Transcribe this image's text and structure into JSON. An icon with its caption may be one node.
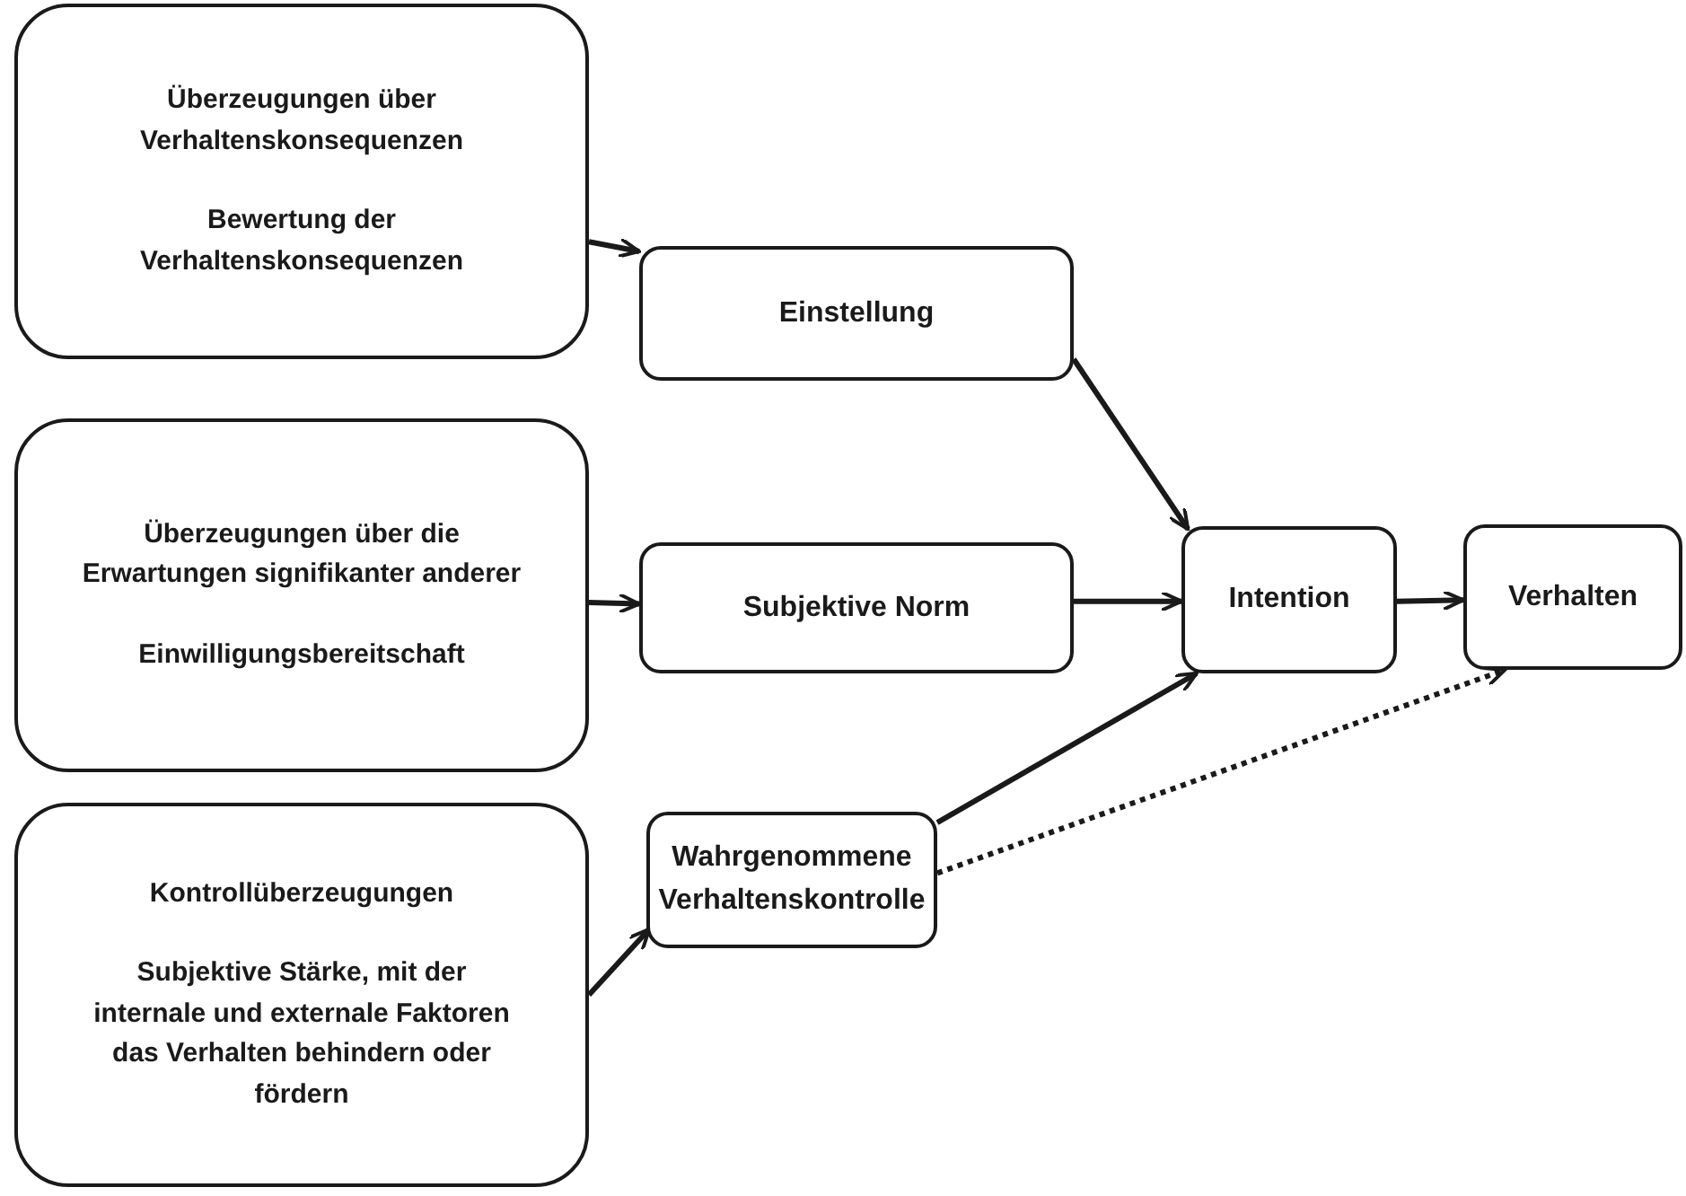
{
  "diagram": {
    "nodes": [
      {
        "text": [
          "Überzeugungen über Verhaltenskonsequenzen",
          "Bewertung der Verhaltenskonsequenzen"
        ]
      },
      {
        "text": [
          "Einstellung"
        ]
      },
      {
        "text": [
          "Überzeugungen über die Erwartungen signifikanter anderer",
          "Einwilligungsbereitschaft"
        ]
      },
      {
        "text": [
          "Subjektive Norm"
        ]
      },
      {
        "text": [
          "Kontrollüberzeugungen",
          "Subjektive Stärke, mit der internale und externale Faktoren das Verhalten behindern oder fördern"
        ]
      },
      {
        "text": [
          "Wahrgenommene Verhaltenskontrolle"
        ]
      },
      {
        "text": [
          "Intention"
        ]
      },
      {
        "text": [
          "Verhalten"
        ]
      }
    ],
    "edges": [
      {
        "from": 0,
        "to": 1,
        "arrow": "to"
      },
      {
        "from": 1,
        "to": 6,
        "arrow": "to"
      },
      {
        "from": 2,
        "to": 3,
        "arrow": "to"
      },
      {
        "from": 3,
        "to": 6,
        "arrow": "to"
      },
      {
        "from": 4,
        "to": 5,
        "arrow": "to"
      },
      {
        "from": 5,
        "to": 6,
        "arrow": "to"
      },
      {
        "from": 6,
        "to": 7,
        "arrow": "to"
      },
      {
        "from": 5,
        "to": 7,
        "arrow": "to",
        "style": "dashed"
      }
    ]
  }
}
